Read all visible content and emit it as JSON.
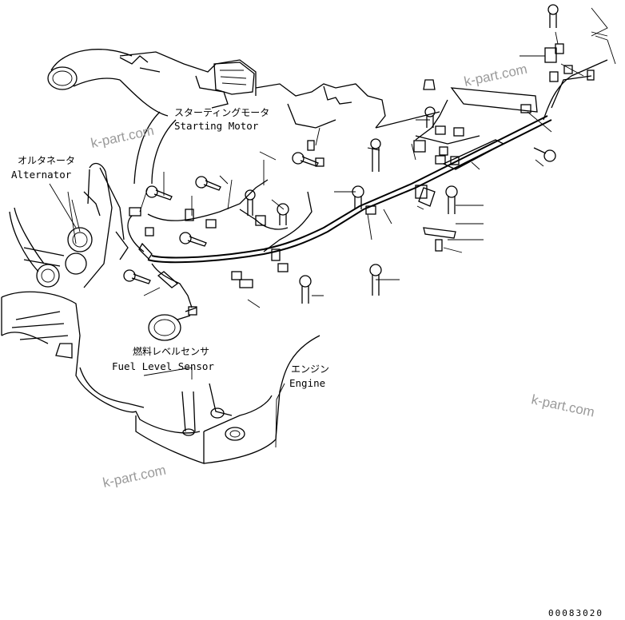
{
  "labels": {
    "starting_motor_jp": "スターティングモータ",
    "starting_motor_en": "Starting Motor",
    "alternator_jp": "オルタネータ",
    "alternator_en": "Alternator",
    "fuel_level_sensor_jp": "燃料レベルセンサ",
    "fuel_level_sensor_en": "Fuel Level Sensor",
    "engine_jp": "エンジン",
    "engine_en": "Engine"
  },
  "watermarks": [
    "k-part.com",
    "k-part.com",
    "k-part.com",
    "k-part.com"
  ],
  "drawing_number": "00083020",
  "colors": {
    "line": "#000000",
    "background": "#ffffff",
    "watermark": "#9a9a9a"
  }
}
